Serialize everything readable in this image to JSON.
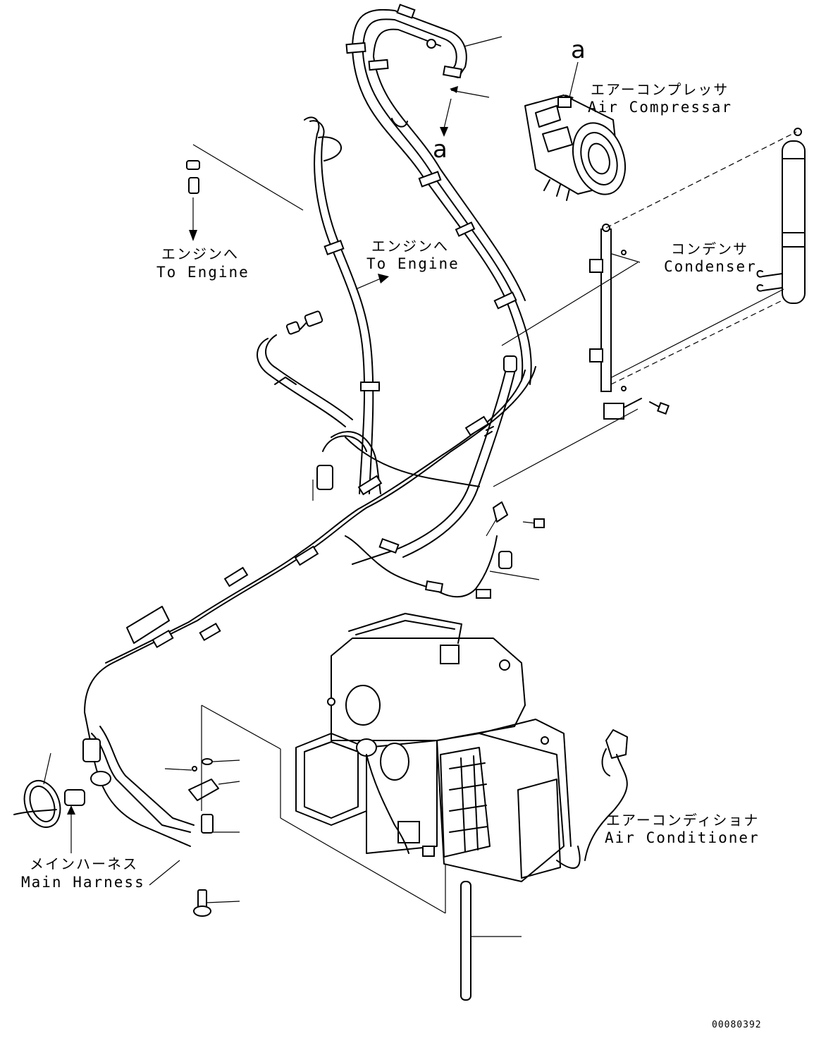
{
  "labels": {
    "ref_a_top": "a",
    "ref_a_mid": "a",
    "air_compressor_jp": "エアーコンプレッサ",
    "air_compressor_en": "Air Compressar",
    "to_engine_left_jp": "エンジンへ",
    "to_engine_left_en": "To Engine",
    "to_engine_mid_jp": "エンジンへ",
    "to_engine_mid_en": "To Engine",
    "condenser_jp": "コンデンサ",
    "condenser_en": "Condenser",
    "main_harness_jp": "メインハーネス",
    "main_harness_en": "Main Harness",
    "air_conditioner_jp": "エアーコンディショナ",
    "air_conditioner_en": "Air Conditioner",
    "drawing_code": "00080392"
  }
}
